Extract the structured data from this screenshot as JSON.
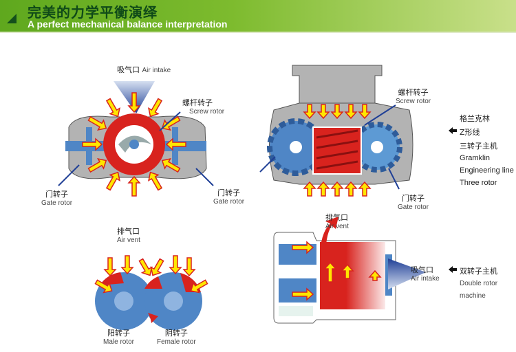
{
  "header": {
    "title_cn": "完美的力学平衡演绎",
    "title_en": "A perfect mechanical balance interpretation"
  },
  "diagram_tl": {
    "intake_cn": "吸气口",
    "intake_en": "Air intake",
    "screw_cn": "螺杆转子",
    "screw_en": "Screw rotor",
    "gate_left_cn": "门转子",
    "gate_left_en": "Gate rotor",
    "gate_right_cn": "门转子",
    "gate_right_en": "Gate rotor"
  },
  "diagram_tr": {
    "screw_cn": "螺杆转子",
    "screw_en": "Screw rotor",
    "gate_cn": "门转子",
    "gate_en": "Gate rotor"
  },
  "side_tr": {
    "l1": "格兰克林",
    "l2": "Z形线",
    "l3": "三转子主机",
    "l4": "Gramklin",
    "l5": "Engineering line",
    "l6": "Three rotor"
  },
  "diagram_bl": {
    "vent_cn": "排气口",
    "vent_en": "Air vent",
    "male_cn": "阳转子",
    "male_en": "Male rotor",
    "female_cn": "阴转子",
    "female_en": "Female rotor"
  },
  "diagram_br": {
    "vent_cn": "排气口",
    "vent_en": "Air vent",
    "intake_cn": "吸气口",
    "intake_en": "Air intake",
    "side_cn": "双转子主机",
    "side_en1": "Double rotor",
    "side_en2": "machine"
  },
  "colors": {
    "red": "#d8231e",
    "blue": "#4f86c6",
    "yellow": "#ffe600",
    "gray": "#b0b0b0"
  }
}
